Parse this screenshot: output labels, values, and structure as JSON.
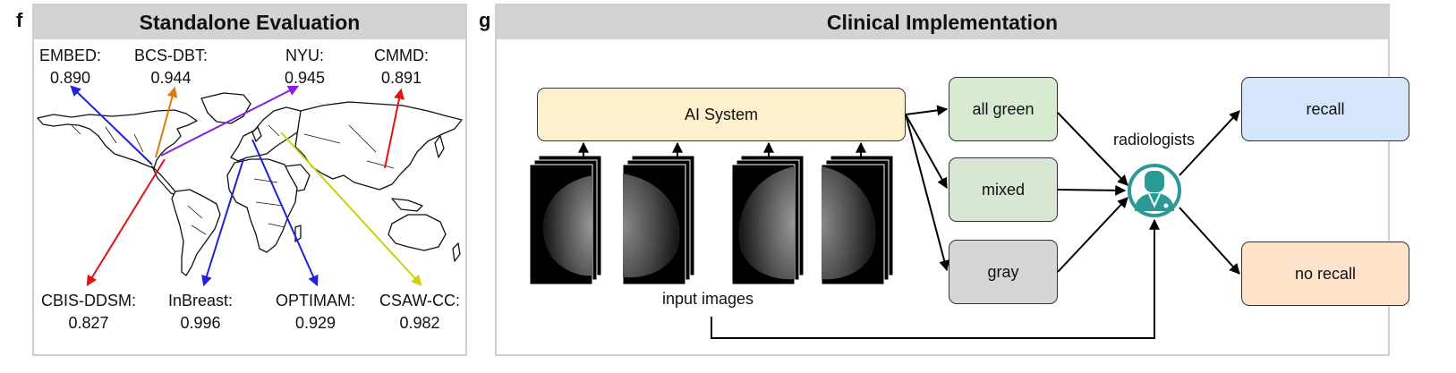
{
  "panel_f": {
    "letter": "f",
    "title": "Standalone Evaluation",
    "datasets": [
      {
        "name": "EMBED:",
        "score": "0.890",
        "color": "#1f22d6"
      },
      {
        "name": "BCS-DBT:",
        "score": "0.944",
        "color": "#e07a10"
      },
      {
        "name": "NYU:",
        "score": "0.945",
        "color": "#8a1fe0"
      },
      {
        "name": "CMMD:",
        "score": "0.891",
        "color": "#e01414"
      },
      {
        "name": "CBIS-DDSM:",
        "score": "0.827",
        "color": "#e01414"
      },
      {
        "name": "InBreast:",
        "score": "0.996",
        "color": "#1f22d6"
      },
      {
        "name": "OPTIMAM:",
        "score": "0.929",
        "color": "#1f22d6"
      },
      {
        "name": "CSAW-CC:",
        "score": "0.982",
        "color": "#cfcf10"
      }
    ]
  },
  "panel_g": {
    "letter": "g",
    "title": "Clinical Implementation",
    "ai_system": "AI System",
    "input_images": "input images",
    "radiologists": "radiologists",
    "categories": [
      {
        "label": "all green",
        "color": "#d8ebd2"
      },
      {
        "label": "mixed",
        "color": "#d8e6d4"
      },
      {
        "label": "gray",
        "color": "#d6d6d6"
      }
    ],
    "outcomes": [
      {
        "label": "recall",
        "color": "#d6e6fa"
      },
      {
        "label": "no recall",
        "color": "#fde3c9"
      }
    ],
    "ai_box_color": "#fdf0cc",
    "radiologist_icon": "doctor-icon",
    "icon_color": "#2a9a96"
  }
}
